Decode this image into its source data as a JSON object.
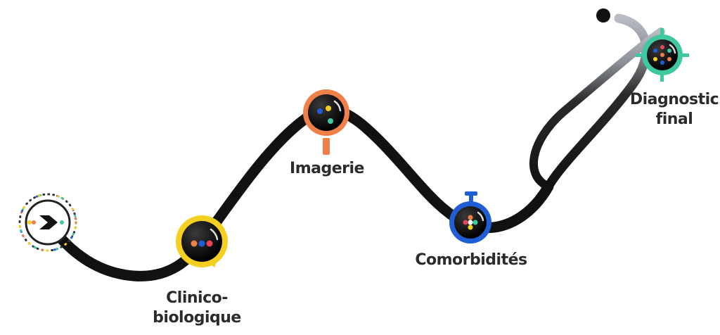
{
  "diagram": {
    "steps": [
      {
        "id": "start",
        "label_lines": []
      },
      {
        "id": "clinico",
        "label_lines": [
          "Clinico-",
          "biologique"
        ],
        "color": "#f5d020"
      },
      {
        "id": "imagerie",
        "label_lines": [
          "Imagerie"
        ],
        "color": "#f07f4a"
      },
      {
        "id": "comorbidites",
        "label_lines": [
          "Comorbidités"
        ],
        "color": "#1f5fd6"
      },
      {
        "id": "diagnostic",
        "label_lines": [
          "Diagnostic",
          "final"
        ],
        "color": "#3fc9a0"
      }
    ],
    "dot_colors": [
      "#f07f4a",
      "#1f5fd6",
      "#3fc9a0",
      "#f5d020",
      "#e8445a"
    ],
    "tube_color": "#111111",
    "tube_light_color": "#a9adb5"
  }
}
